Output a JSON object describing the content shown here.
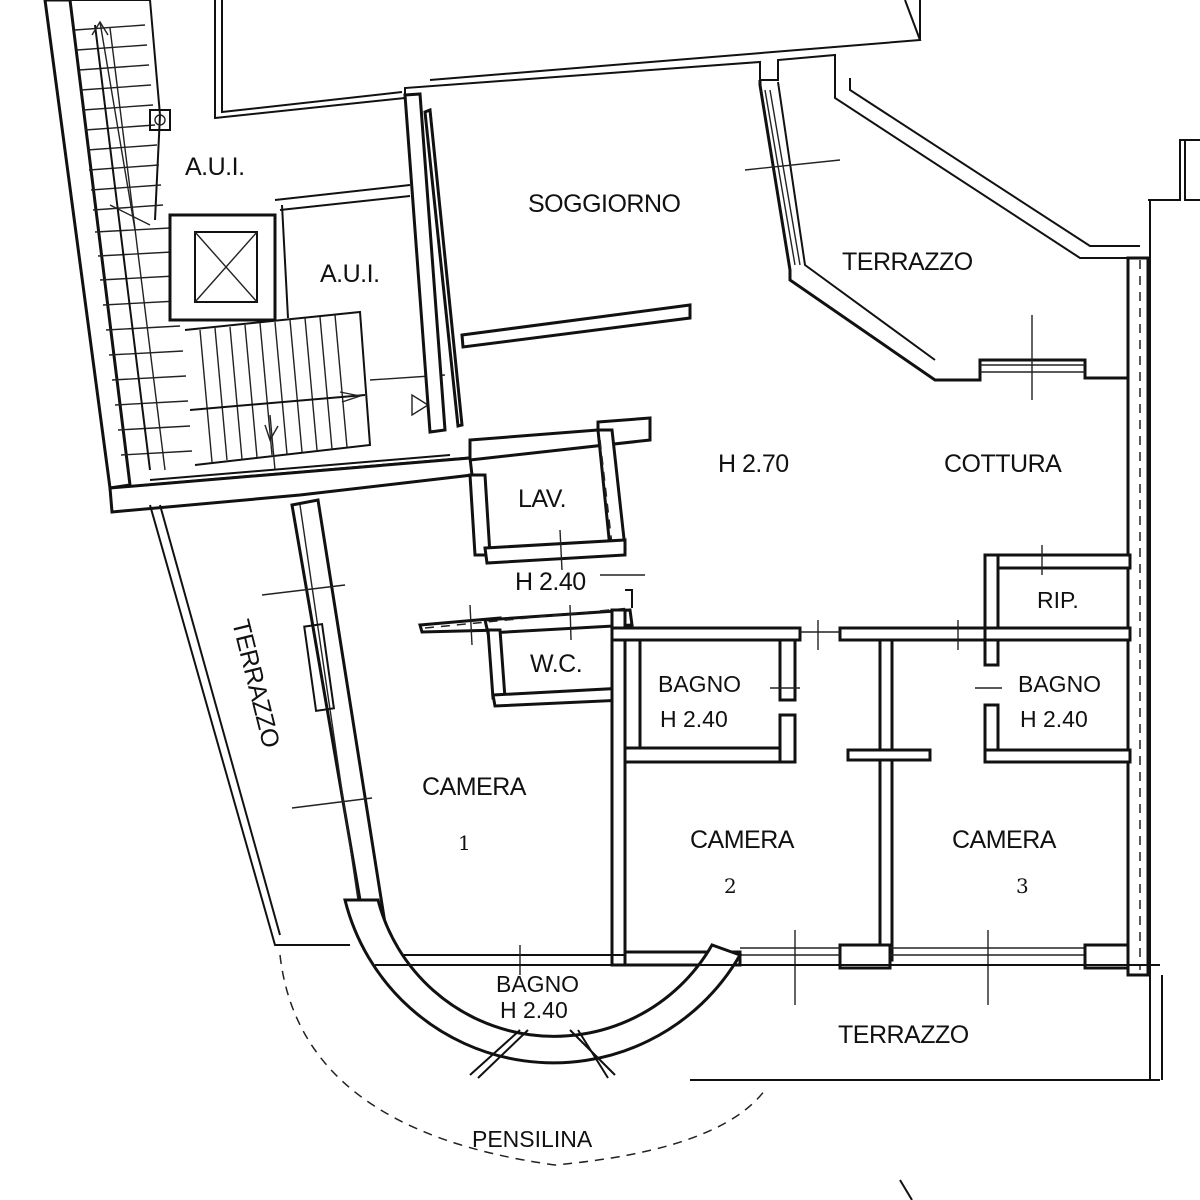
{
  "rooms": {
    "aui_top": "A.U.I.",
    "aui_mid": "A.U.I.",
    "soggiorno": "SOGGIORNO",
    "terrazzo_top": "TERRAZZO",
    "height_main": "H 2.70",
    "cottura": "COTTURA",
    "lav": "LAV.",
    "height_corridor": "H 2.40",
    "rip": "RIP.",
    "wc": "W.C.",
    "terrazzo_left": "TERRAZZO",
    "bagno_a_name": "BAGNO",
    "bagno_a_height": "H 2.40",
    "bagno_b_name": "BAGNO",
    "bagno_b_height": "H 2.40",
    "camera1_name": "CAMERA",
    "camera1_num": "1",
    "camera2_name": "CAMERA",
    "camera2_num": "2",
    "camera3_name": "CAMERA",
    "camera3_num": "3",
    "bagno_round_name": "BAGNO",
    "bagno_round_height": "H 2.40",
    "terrazzo_bottom": "TERRAZZO",
    "pensilina": "PENSILINA"
  },
  "colors": {
    "line": "#111111",
    "background": "#ffffff"
  }
}
